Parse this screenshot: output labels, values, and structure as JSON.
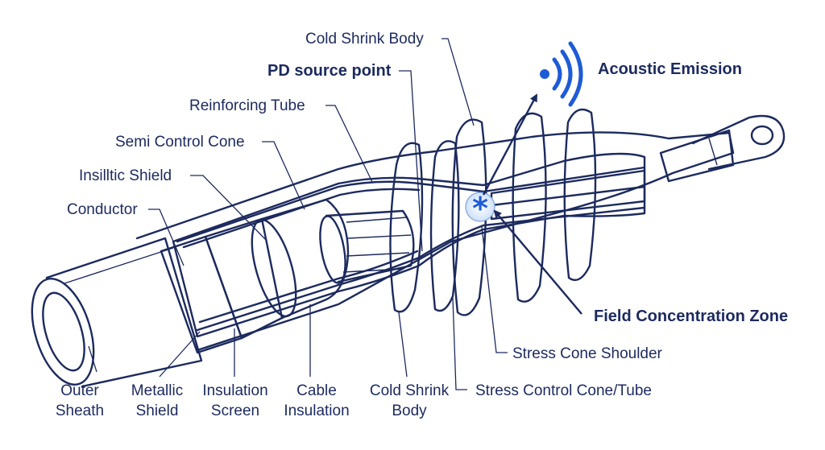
{
  "labels": {
    "cold_shrink_body_top": "Cold Shrink Body",
    "pd_source_point": "PD source point",
    "acoustic_emission": "Acoustic Emission",
    "reinforcing_tube": "Reinforcing Tube",
    "semi_control_cone": "Semi Control Cone",
    "insilltic_shield": "Insilltic Shield",
    "conductor": "Conductor",
    "field_concentration_zone": "Field Concentration Zone",
    "stress_cone_shoulder": "Stress Cone Shoulder",
    "stress_control_cone_tube": "Stress Control Cone/Tube",
    "outer_sheath": [
      "Outer",
      "Sheath"
    ],
    "metallic_shield": [
      "Metallic",
      "Shield"
    ],
    "insulation_screen": [
      "Insulation",
      "Screen"
    ],
    "cable_insulation": [
      "Cable",
      "Insulation"
    ],
    "cold_shrink_body_bottom": [
      "Cold Shrink",
      "Body"
    ]
  },
  "icons": {
    "acoustic": "wifi-signal-icon",
    "pd": "asterisk-icon"
  },
  "colors": {
    "ink": "#1c2a5e",
    "accent": "#1e5bd6",
    "glow": "#dce8fb"
  }
}
